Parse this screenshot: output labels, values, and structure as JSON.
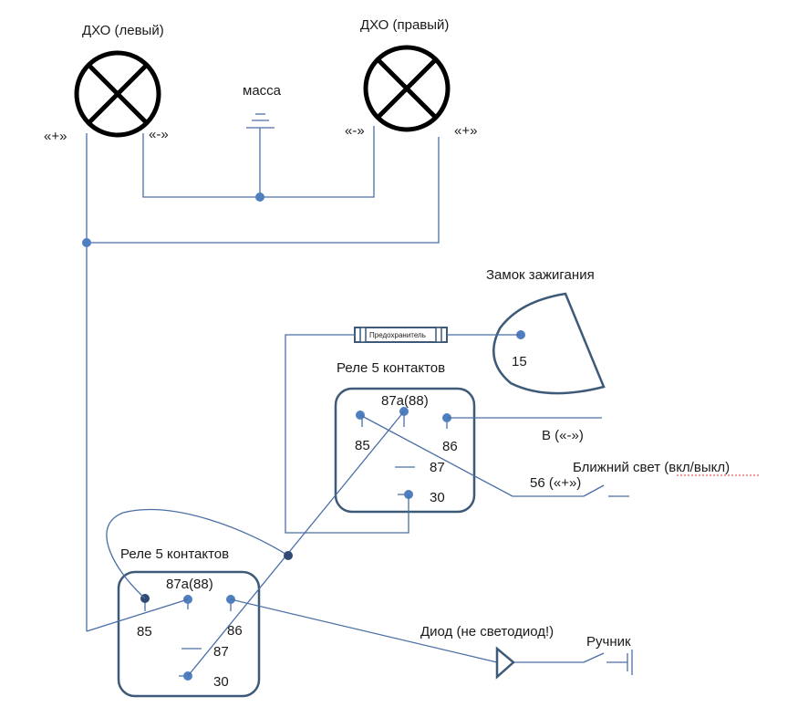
{
  "lamps": {
    "left_title": "ДХО (левый)",
    "right_title": "ДХО (правый)",
    "left_plus": "«+»",
    "left_minus": "«-»",
    "right_minus": "«-»",
    "right_plus": "«+»"
  },
  "ground": {
    "label": "масса"
  },
  "ignition": {
    "title": "Замок зажигания",
    "terminal": "15"
  },
  "fuse": {
    "label": "Предохранитель"
  },
  "relay_top": {
    "title": "Реле 5 контактов",
    "pin_87a": "87а(88)",
    "pin_85": "85",
    "pin_86": "86",
    "pin_87": "87",
    "pin_30": "30"
  },
  "relay_bottom": {
    "title": "Реле 5 контактов",
    "pin_87a": "87а(88)",
    "pin_85": "85",
    "pin_86": "86",
    "pin_87": "87",
    "pin_30": "30"
  },
  "connections": {
    "b_minus": "В («-»)",
    "low_beam": "Ближний свет (вкл/выкл)",
    "pin56": "56 («+»)",
    "diode": "Диод (не светодиод!)",
    "handbrake": "Ручник"
  }
}
